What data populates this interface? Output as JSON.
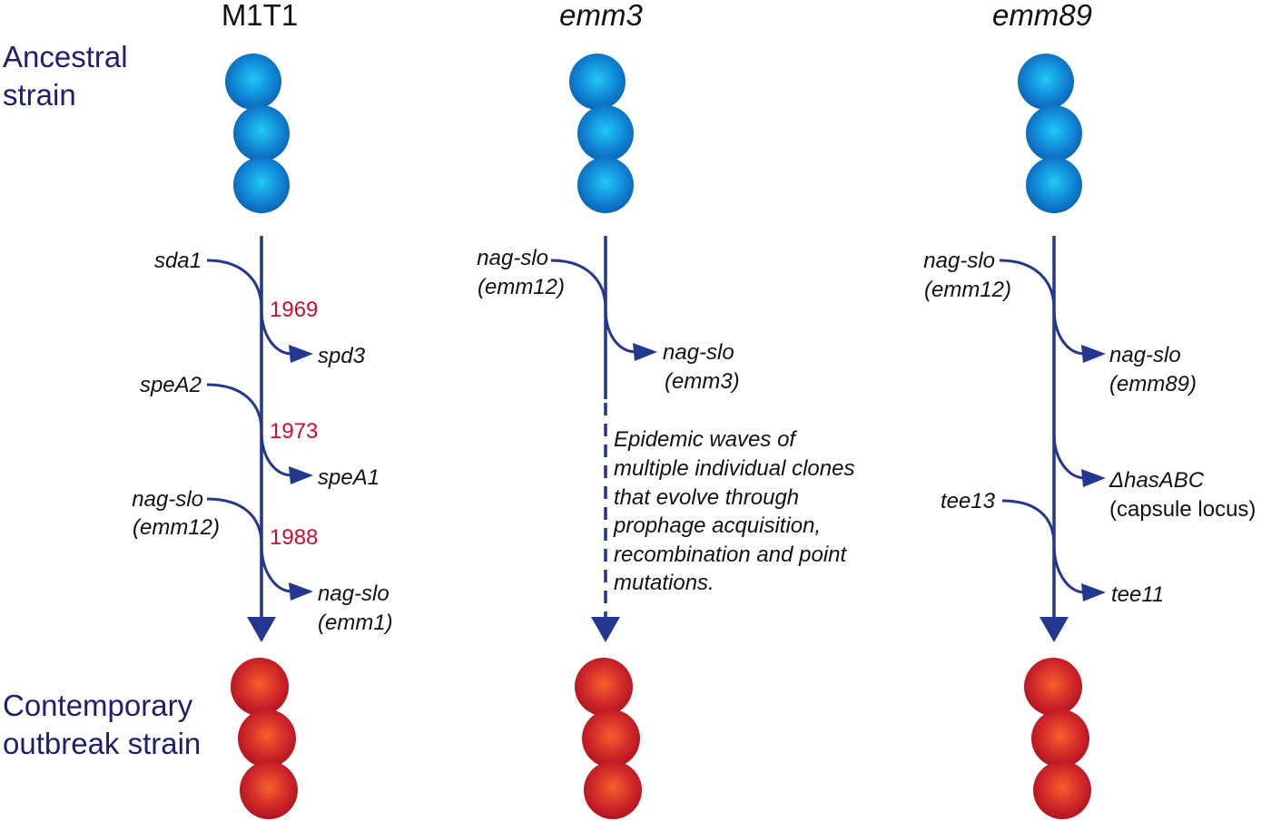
{
  "row_labels": {
    "ancestral": [
      "Ancestral",
      "strain"
    ],
    "contemporary": [
      "Contemporary",
      "outbreak strain"
    ]
  },
  "columns": [
    {
      "title": "M1T1",
      "events": [
        {
          "from": "sda1",
          "to": "spd3",
          "year": "1969"
        },
        {
          "from": "speA2",
          "to": "speA1",
          "year": "1973"
        },
        {
          "from": [
            "nag-slo",
            "(emm12)"
          ],
          "to": [
            "nag-slo",
            "(emm1)"
          ],
          "year": "1988"
        }
      ]
    },
    {
      "title": "emm3",
      "events": [
        {
          "from": [
            "nag-slo",
            "(emm12)"
          ],
          "to": [
            "nag-slo",
            "(emm3)"
          ]
        }
      ],
      "note": [
        "Epidemic waves of",
        "multiple individual clones",
        "that evolve through",
        "prophage acquisition,",
        "recombination and point",
        "mutations."
      ]
    },
    {
      "title": "emm89",
      "events": [
        {
          "from": [
            "nag-slo",
            "(emm12)"
          ],
          "to": [
            "nag-slo",
            "(emm89)"
          ]
        },
        {
          "to": [
            "ΔhasABC",
            "(capsule locus)"
          ]
        },
        {
          "from": "tee13",
          "to": "tee11"
        }
      ]
    }
  ],
  "colors": {
    "line": "#24378f",
    "year": "#c8102e",
    "ancestral": "#1a8fdc",
    "contemporary": "#d42a2a"
  }
}
